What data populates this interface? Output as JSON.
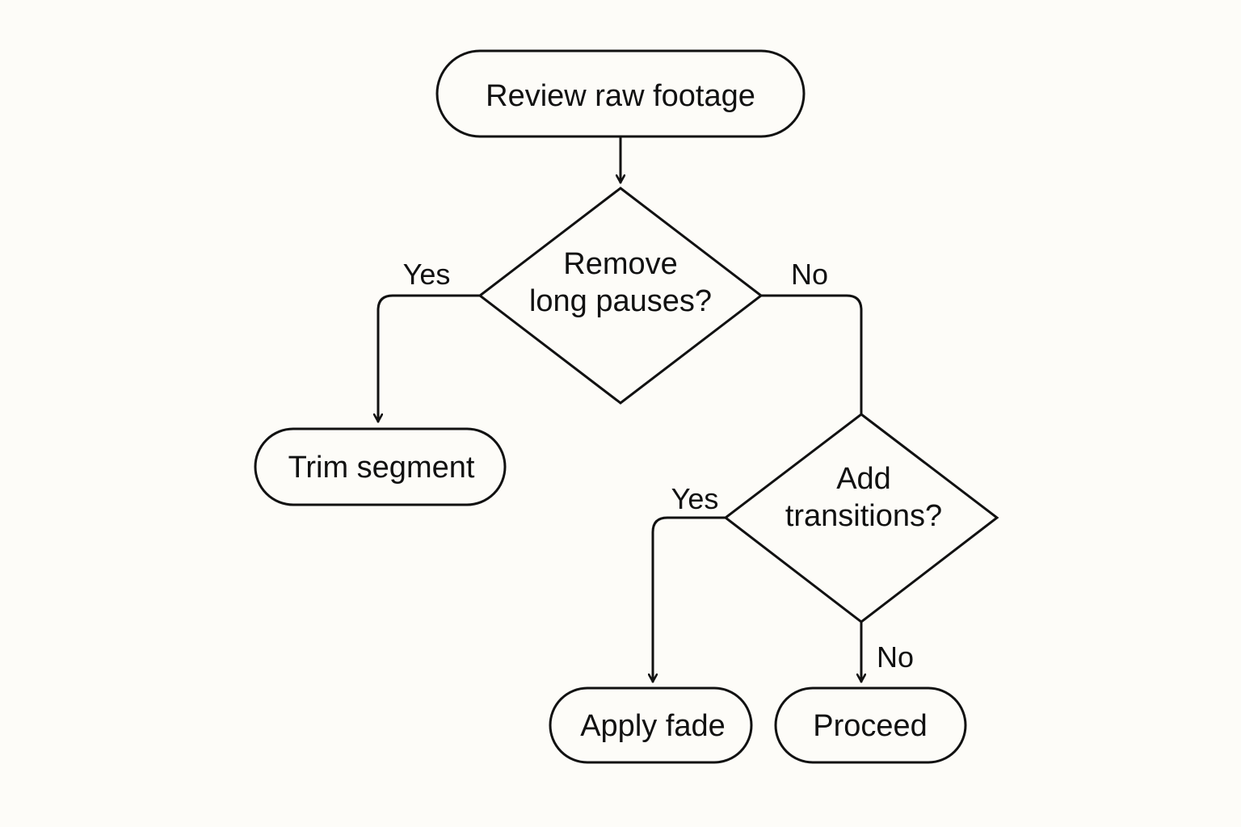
{
  "nodes": {
    "review": {
      "label": "Review raw footage"
    },
    "remove_pauses": {
      "line1": "Remove",
      "line2": "long pauses?"
    },
    "trim": {
      "label": "Trim segment"
    },
    "add_transitions": {
      "line1": "Add",
      "line2": "transitions?"
    },
    "apply_fade": {
      "label": "Apply fade"
    },
    "proceed": {
      "label": "Proceed"
    }
  },
  "edges": {
    "pauses_yes": "Yes",
    "pauses_no": "No",
    "transitions_yes": "Yes",
    "transitions_no": "No"
  },
  "colors": {
    "background": "#fdfcf8",
    "stroke": "#111111",
    "text": "#111111"
  }
}
